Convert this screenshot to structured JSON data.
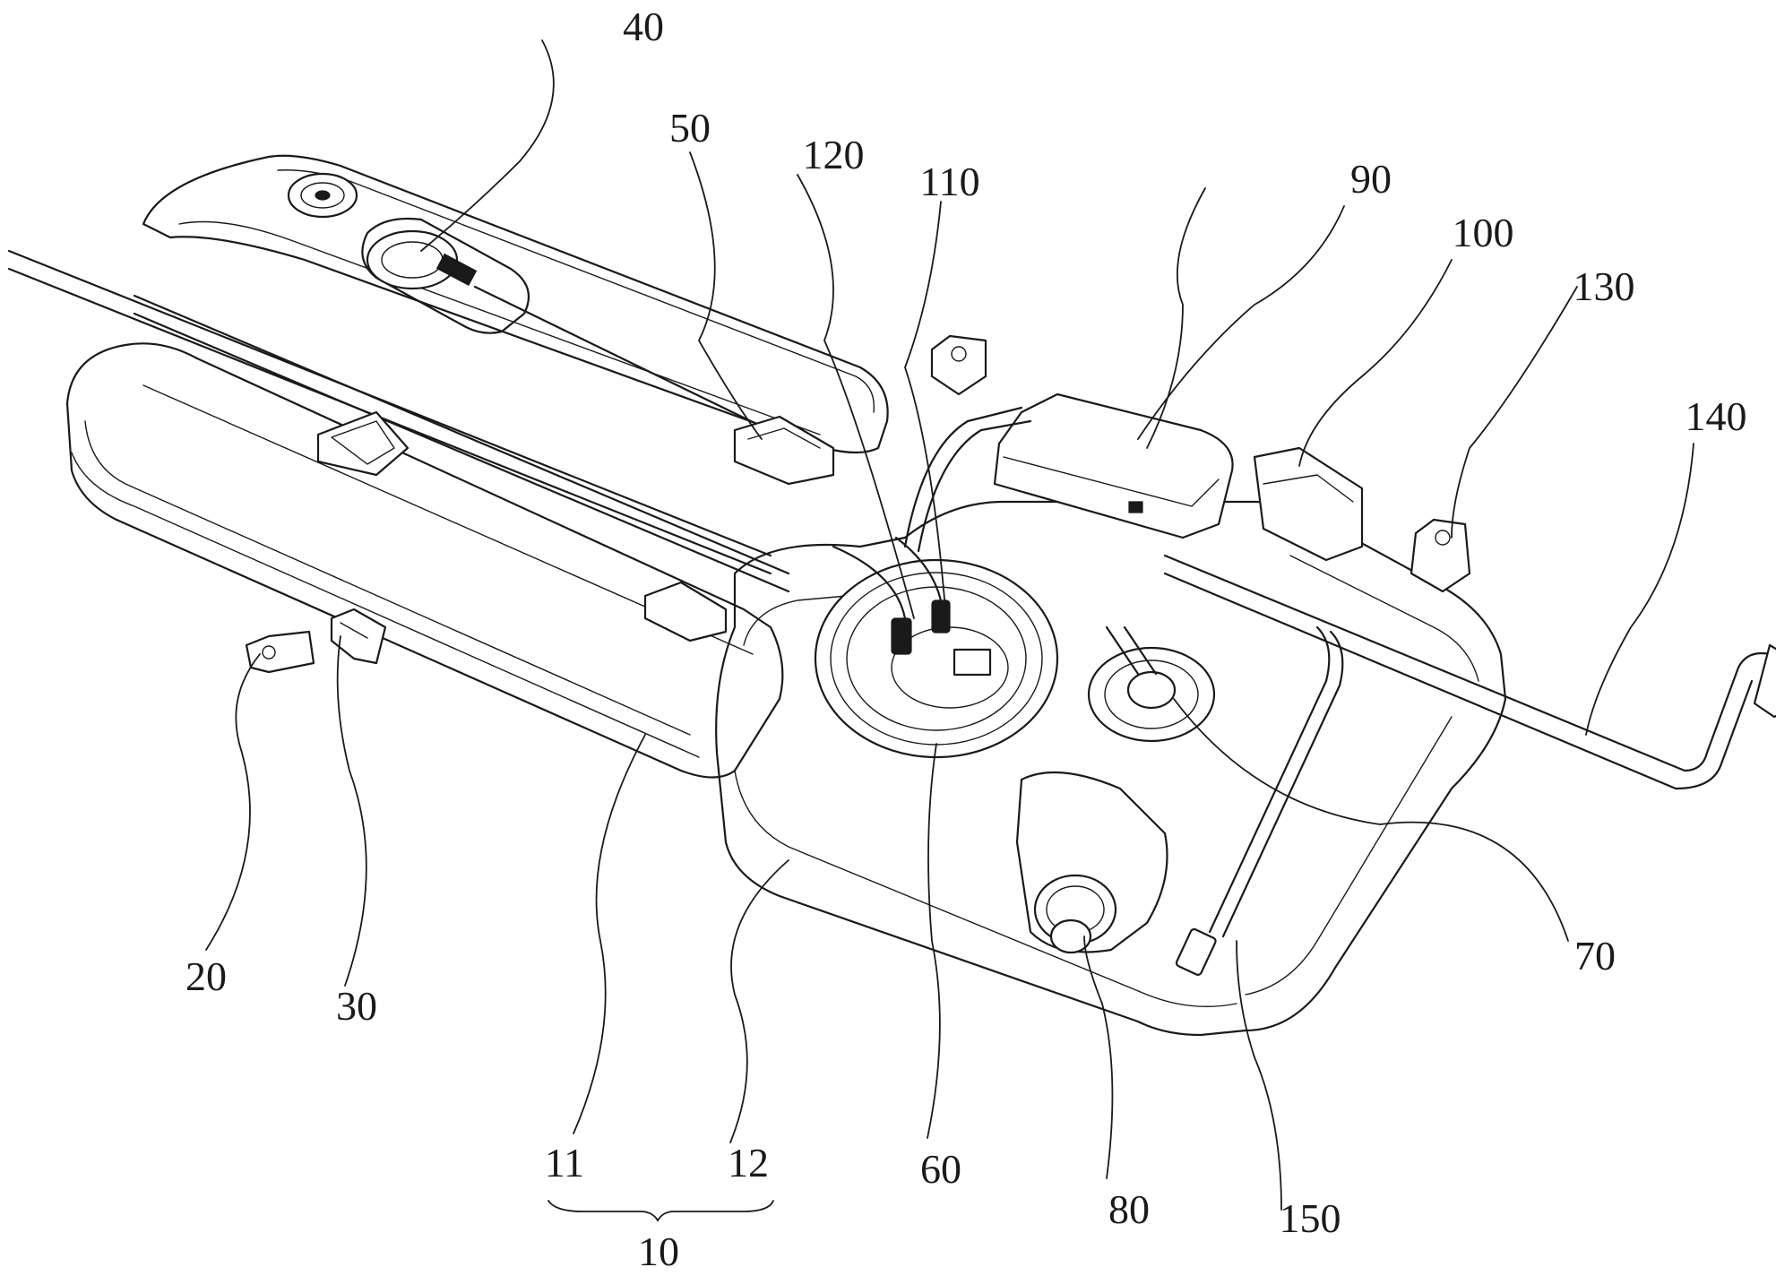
{
  "figure": {
    "labels": {
      "l10": "10",
      "l11": "11",
      "l12": "12",
      "l20": "20",
      "l30": "30",
      "l40": "40",
      "l50": "50",
      "l60": "60",
      "l70": "70",
      "l80": "80",
      "l90": "90",
      "l100": "100",
      "l110": "110",
      "l120": "120",
      "l130": "130",
      "l140": "140",
      "l150": "150"
    }
  }
}
